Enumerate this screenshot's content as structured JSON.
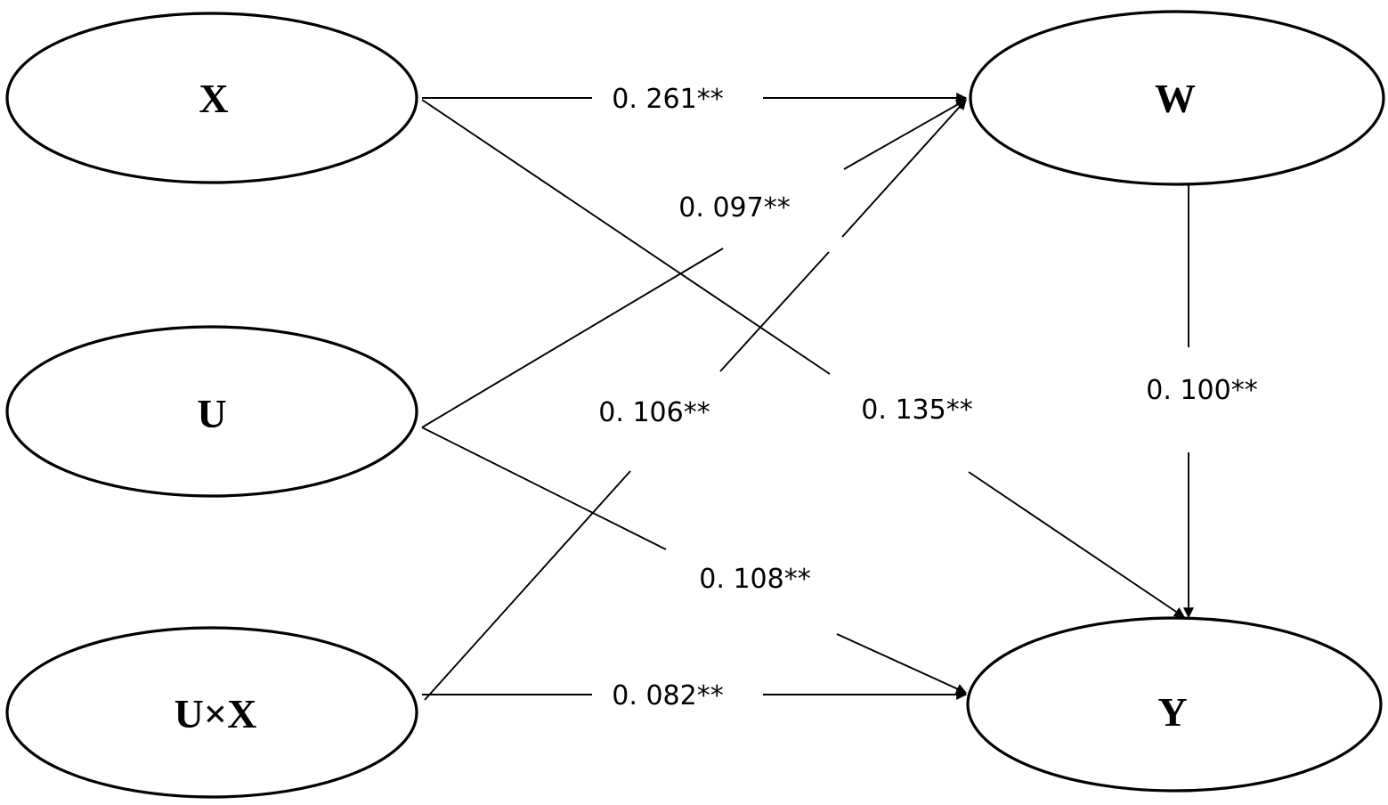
{
  "nodes": [
    {
      "id": "X",
      "label": "X"
    },
    {
      "id": "U",
      "label": "U"
    },
    {
      "id": "UX",
      "label": "U×X"
    },
    {
      "id": "W",
      "label": "W"
    },
    {
      "id": "Y",
      "label": "Y"
    }
  ],
  "edges": [
    {
      "id": "x-w",
      "from": "X",
      "to": "W",
      "label": "0. 261**"
    },
    {
      "id": "u-w",
      "from": "U",
      "to": "W",
      "label": "0. 097**"
    },
    {
      "id": "ux-w",
      "from": "UX",
      "to": "W",
      "label": "0. 106**"
    },
    {
      "id": "x-y",
      "from": "X",
      "to": "Y",
      "label": "0. 135**"
    },
    {
      "id": "w-y",
      "from": "W",
      "to": "Y",
      "label": "0. 100**"
    },
    {
      "id": "u-y",
      "from": "U",
      "to": "Y",
      "label": "0. 108**"
    },
    {
      "id": "ux-y",
      "from": "UX",
      "to": "Y",
      "label": "0. 082**"
    }
  ]
}
